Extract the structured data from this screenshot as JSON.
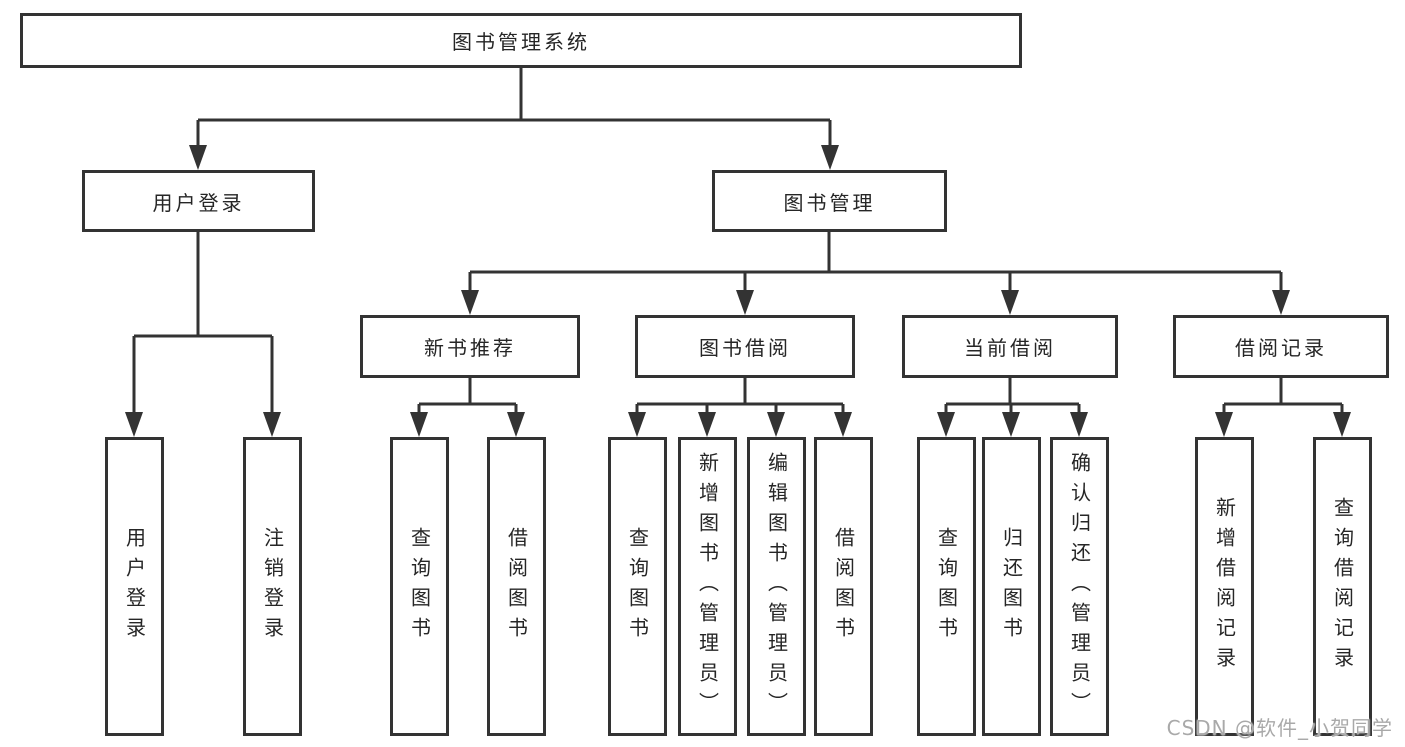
{
  "diagram": {
    "root": {
      "label": "图书管理系统",
      "children": [
        {
          "label": "用户登录",
          "children": [
            {
              "label": "用户登录"
            },
            {
              "label": "注销登录"
            }
          ]
        },
        {
          "label": "图书管理",
          "children": [
            {
              "label": "新书推荐",
              "children": [
                {
                  "label": "查询图书"
                },
                {
                  "label": "借阅图书"
                }
              ]
            },
            {
              "label": "图书借阅",
              "children": [
                {
                  "label": "查询图书"
                },
                {
                  "label": "新增图书（管理员）"
                },
                {
                  "label": "编辑图书（管理员）"
                },
                {
                  "label": "借阅图书"
                }
              ]
            },
            {
              "label": "当前借阅",
              "children": [
                {
                  "label": "查询图书"
                },
                {
                  "label": "归还图书"
                },
                {
                  "label": "确认归还（管理员）"
                }
              ]
            },
            {
              "label": "借阅记录",
              "children": [
                {
                  "label": "新增借阅记录"
                },
                {
                  "label": "查询借阅记录"
                }
              ]
            }
          ]
        }
      ]
    }
  },
  "watermark": {
    "text": "CSDN @软件_小贺同学"
  },
  "colors": {
    "line": "#333333",
    "box_border": "#333333",
    "text": "#262626",
    "watermark": "#a9a9a9",
    "background": "#ffffff"
  }
}
